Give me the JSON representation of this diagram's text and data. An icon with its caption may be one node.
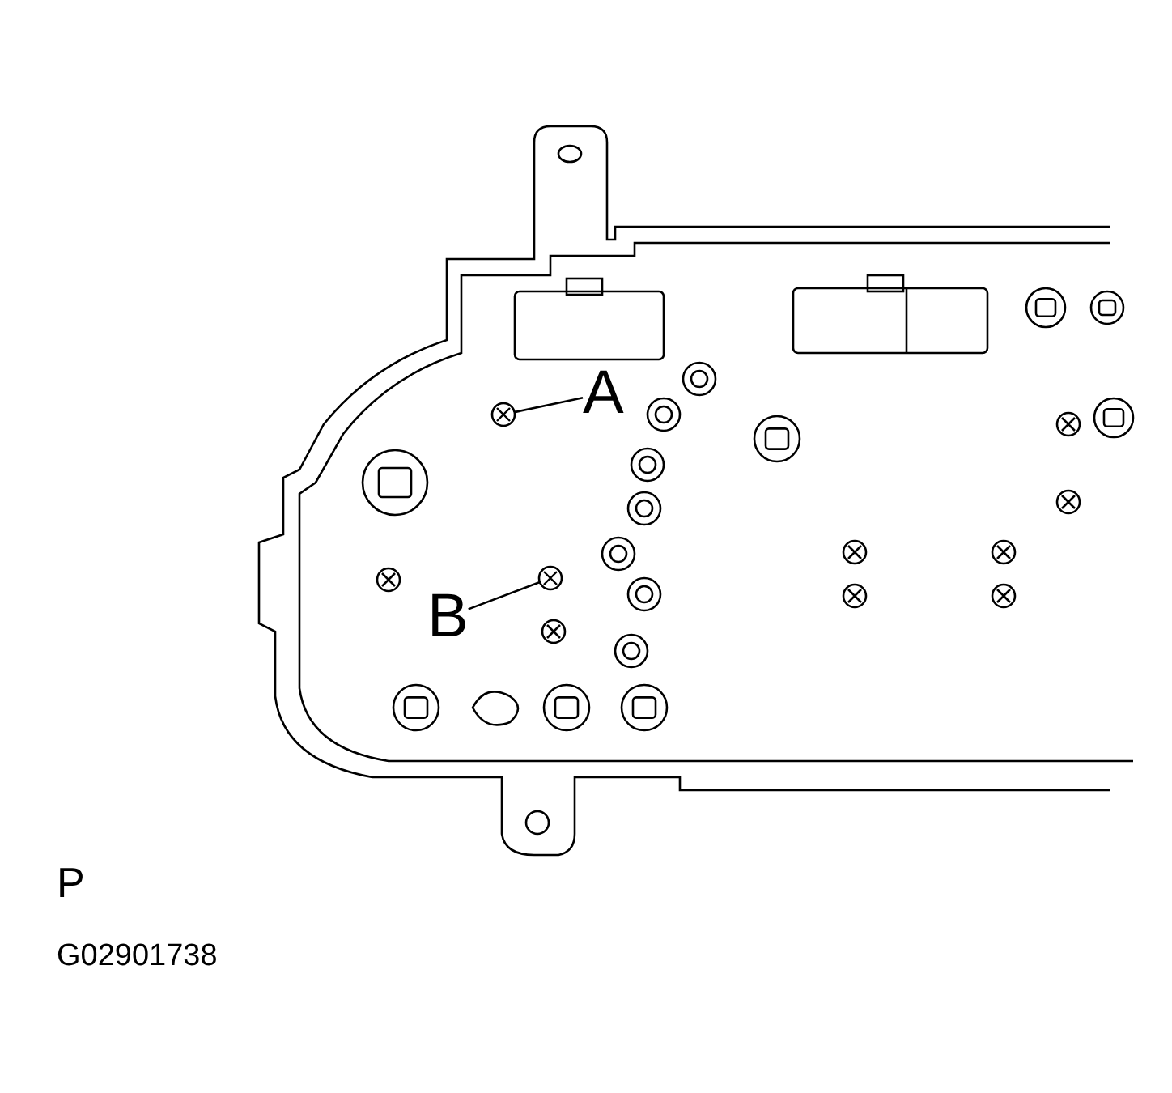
{
  "diagram": {
    "nodes": [
      {
        "text": [
          "A"
        ]
      },
      {
        "text": [],
        "shape": "circle"
      },
      {
        "text": [
          "B"
        ]
      },
      {
        "text": [],
        "shape": "circle"
      }
    ],
    "edges": [
      {
        "from": 0,
        "to": 1,
        "arrow": "none"
      },
      {
        "from": 2,
        "to": 3,
        "arrow": "none"
      }
    ],
    "labels": [
      "P",
      "G02901738"
    ]
  }
}
